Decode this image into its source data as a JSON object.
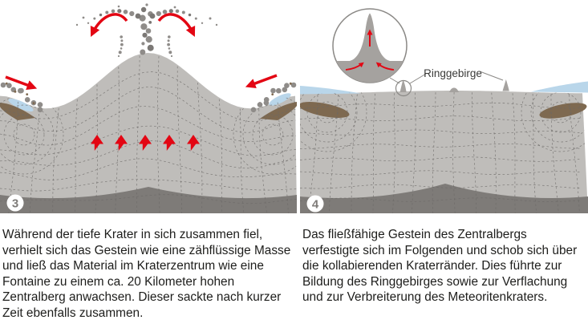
{
  "figure": {
    "panels": [
      {
        "badge": "3",
        "caption": "Während der tiefe Krater in sich zusammen fiel, verhielt sich das Gestein wie eine zähflüssige Masse und ließ das Material im Kraterzentrum wie eine Fontaine zu einem ca. 20 Kilometer hohen Zentralberg anwachsen. Dieser sackte nach kurzer Zeit ebenfalls zusammen."
      },
      {
        "badge": "4",
        "label": "Ringgebirge",
        "caption": "Das fließfähige Gestein des Zentralbergs verfestigte sich im Folgenden und schob sich über die kollabierenden Kraterränder. Dies führte zur Bildung des Ringgebirges sowie zur Verflachung und zur Verbreiterung des Meteoritenkraters."
      }
    ],
    "colors": {
      "rock": "#bfbdba",
      "band": "#7e7b78",
      "rockline": "#6b6966",
      "brown": "#7e6950",
      "blue": "#b9d6ea",
      "red": "#e30613",
      "ink": "#1d1d1b",
      "dot": "#8f8c89",
      "outline": "#8a8885",
      "peak": "#a5a29f"
    }
  }
}
